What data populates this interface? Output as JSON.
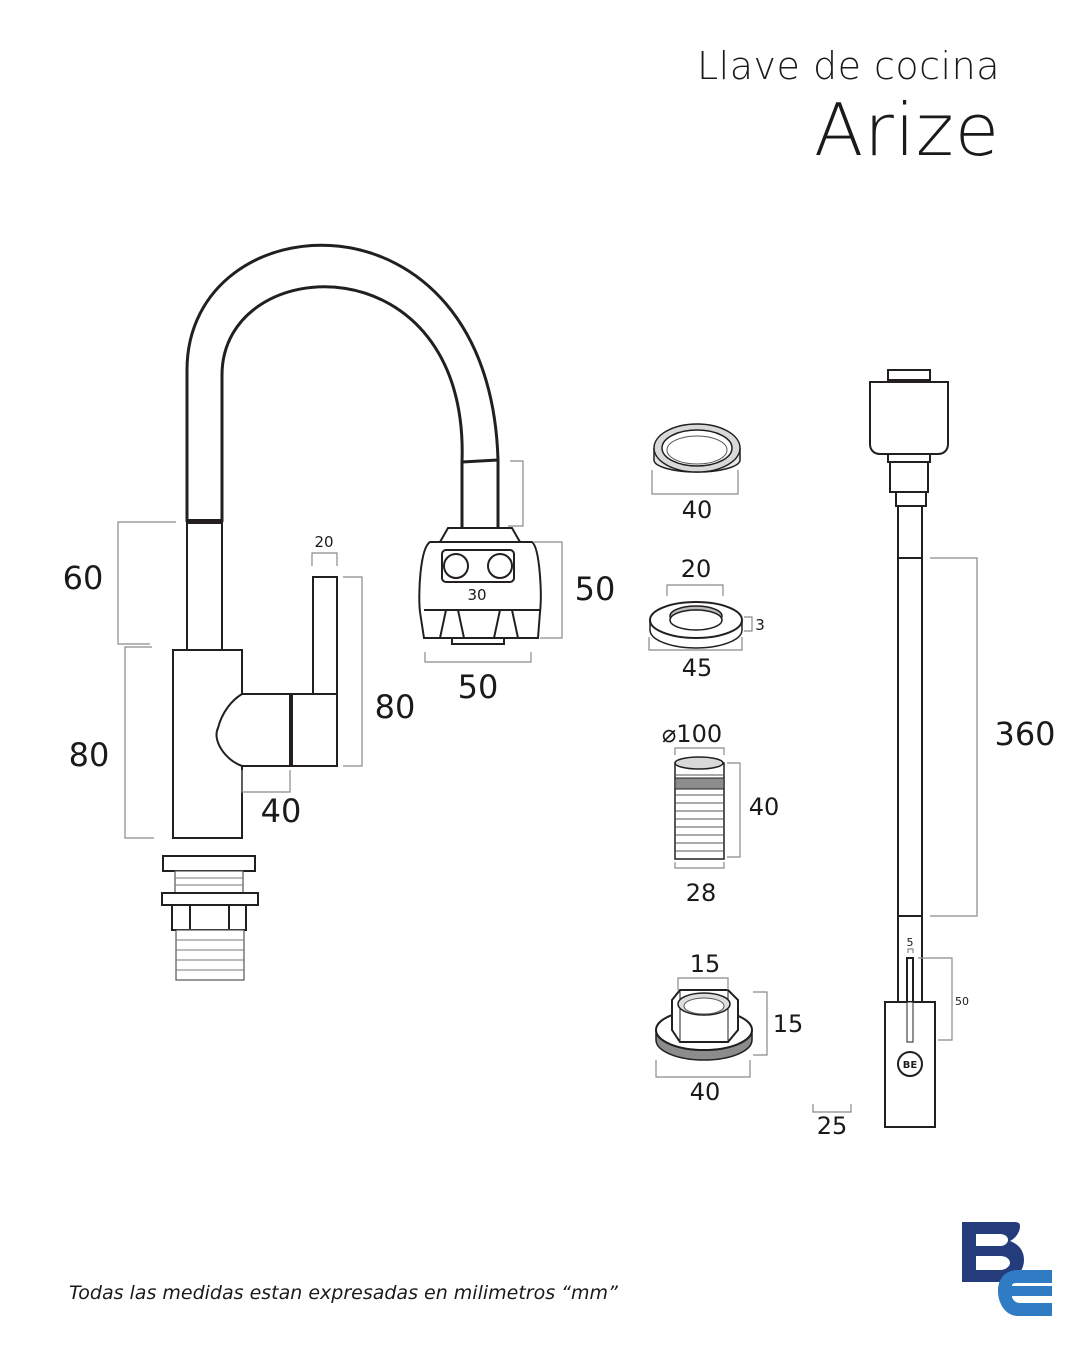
{
  "header": {
    "product_type": "Llave de cocina",
    "product_name": "Arize"
  },
  "dimensions": {
    "faucet_neck_height": "60",
    "faucet_body_height": "80",
    "handle_width": "20",
    "handle_height": "80",
    "body_depth": "40",
    "sprayer_height": "50",
    "sprayer_button_spacing": "30",
    "sprayer_width": "50",
    "ring_diameter": "40",
    "washer_inner": "20",
    "washer_thickness": "3",
    "washer_outer": "45",
    "threaded_rod_diameter": "⌀100",
    "threaded_rod_length": "40",
    "threaded_rod_width": "28",
    "nut_inner": "15",
    "nut_height": "15",
    "nut_outer": "40",
    "hose_length": "360",
    "connector_small": "5",
    "connector_length": "50",
    "hose_base": "25"
  },
  "footer": {
    "note": "Todas las medidas estan expresadas en milimetros “mm”"
  },
  "logo": {
    "text": "BE",
    "color_b": "#243c7c",
    "color_e": "#2f7cc5"
  },
  "colors": {
    "line": "#231f20",
    "dimension_line": "#8a8a8a"
  }
}
